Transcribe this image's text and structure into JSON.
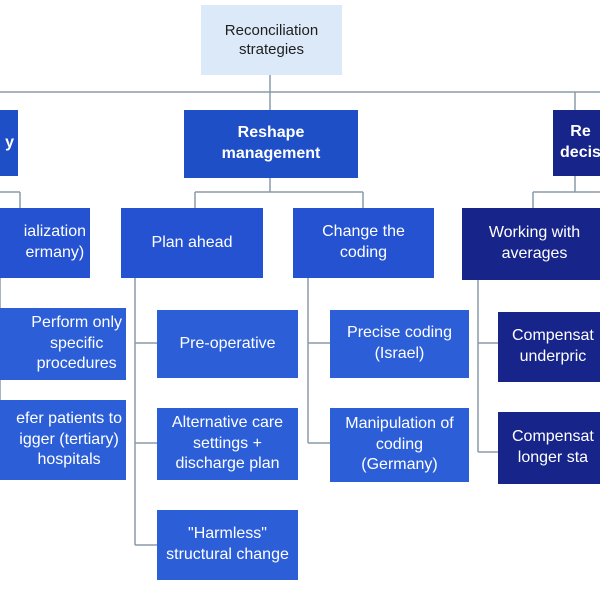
{
  "diagram": {
    "root": {
      "label": "Reconciliation\nstrategies"
    },
    "branches": [
      {
        "label": "y",
        "children": [
          {
            "label": "ialization\nermany)",
            "children": [
              {
                "label": "Perform only\nspecific\nprocedures"
              },
              {
                "label": "efer patients to\nigger (tertiary)\nhospitals"
              }
            ]
          }
        ]
      },
      {
        "label": "Reshape\nmanagement",
        "children": [
          {
            "label": "Plan ahead",
            "children": [
              {
                "label": "Pre-operative"
              },
              {
                "label": "Alternative care\nsettings +\ndischarge plan"
              },
              {
                "label": "\"Harmless\"\nstructural change"
              }
            ]
          },
          {
            "label": "Change the\ncoding",
            "children": [
              {
                "label": "Precise coding\n(Israel)"
              },
              {
                "label": "Manipulation of\ncoding\n(Germany)"
              }
            ]
          }
        ]
      },
      {
        "label": "Re\ndecis",
        "children": [
          {
            "label": "Working with\naverages",
            "children": [
              {
                "label": "Compensat\nunderpric"
              },
              {
                "label": "Compensat\nlonger sta"
              }
            ]
          }
        ]
      }
    ]
  },
  "colors": {
    "root_fill": "#dce9f8",
    "blue_fill": "#2452d1",
    "dark_fill": "#17248a",
    "connector": "#8a9aa8"
  }
}
